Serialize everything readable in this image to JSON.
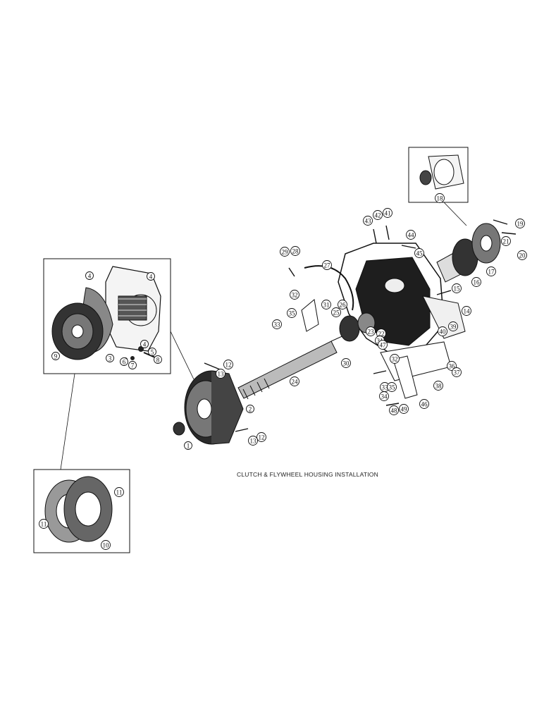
{
  "caption": "CLUTCH & FLYWHEEL HOUSING INSTALLATION",
  "callouts": [
    {
      "id": "c-1",
      "text": "1"
    },
    {
      "id": "c-2",
      "text": "2"
    },
    {
      "id": "c-3",
      "text": "3"
    },
    {
      "id": "c-4a",
      "text": "4"
    },
    {
      "id": "c-4b",
      "text": "4"
    },
    {
      "id": "c-4c",
      "text": "4"
    },
    {
      "id": "c-5",
      "text": "5"
    },
    {
      "id": "c-6",
      "text": "6"
    },
    {
      "id": "c-7",
      "text": "7"
    },
    {
      "id": "c-8",
      "text": "8"
    },
    {
      "id": "c-9",
      "text": "9"
    },
    {
      "id": "c-10",
      "text": "10"
    },
    {
      "id": "c-11a",
      "text": "11"
    },
    {
      "id": "c-11b",
      "text": "11"
    },
    {
      "id": "c-12a",
      "text": "12"
    },
    {
      "id": "c-12b",
      "text": "12"
    },
    {
      "id": "c-13a",
      "text": "13"
    },
    {
      "id": "c-13b",
      "text": "13"
    },
    {
      "id": "c-14",
      "text": "14"
    },
    {
      "id": "c-15",
      "text": "15"
    },
    {
      "id": "c-16",
      "text": "16"
    },
    {
      "id": "c-17",
      "text": "17"
    },
    {
      "id": "c-18",
      "text": "18"
    },
    {
      "id": "c-19",
      "text": "19"
    },
    {
      "id": "c-20",
      "text": "20"
    },
    {
      "id": "c-21",
      "text": "21"
    },
    {
      "id": "c-22",
      "text": "22"
    },
    {
      "id": "c-23",
      "text": "23"
    },
    {
      "id": "c-24",
      "text": "24"
    },
    {
      "id": "c-25",
      "text": "25"
    },
    {
      "id": "c-26",
      "text": "26"
    },
    {
      "id": "c-27",
      "text": "27"
    },
    {
      "id": "c-28",
      "text": "28"
    },
    {
      "id": "c-29",
      "text": "29"
    },
    {
      "id": "c-30",
      "text": "30"
    },
    {
      "id": "c-31a",
      "text": "31"
    },
    {
      "id": "c-31b",
      "text": "31"
    },
    {
      "id": "c-32a",
      "text": "32"
    },
    {
      "id": "c-32b",
      "text": "32"
    },
    {
      "id": "c-33a",
      "text": "33"
    },
    {
      "id": "c-33b",
      "text": "33"
    },
    {
      "id": "c-34",
      "text": "34"
    },
    {
      "id": "c-35a",
      "text": "35"
    },
    {
      "id": "c-35b",
      "text": "35"
    },
    {
      "id": "c-36",
      "text": "36"
    },
    {
      "id": "c-37",
      "text": "37"
    },
    {
      "id": "c-38",
      "text": "38"
    },
    {
      "id": "c-39",
      "text": "39"
    },
    {
      "id": "c-40",
      "text": "40"
    },
    {
      "id": "c-41",
      "text": "41"
    },
    {
      "id": "c-42",
      "text": "42"
    },
    {
      "id": "c-43",
      "text": "43"
    },
    {
      "id": "c-44",
      "text": "44"
    },
    {
      "id": "c-45",
      "text": "45"
    },
    {
      "id": "c-46",
      "text": "46"
    },
    {
      "id": "c-47",
      "text": "47"
    },
    {
      "id": "c-48",
      "text": "48"
    },
    {
      "id": "c-49",
      "text": "49"
    }
  ]
}
